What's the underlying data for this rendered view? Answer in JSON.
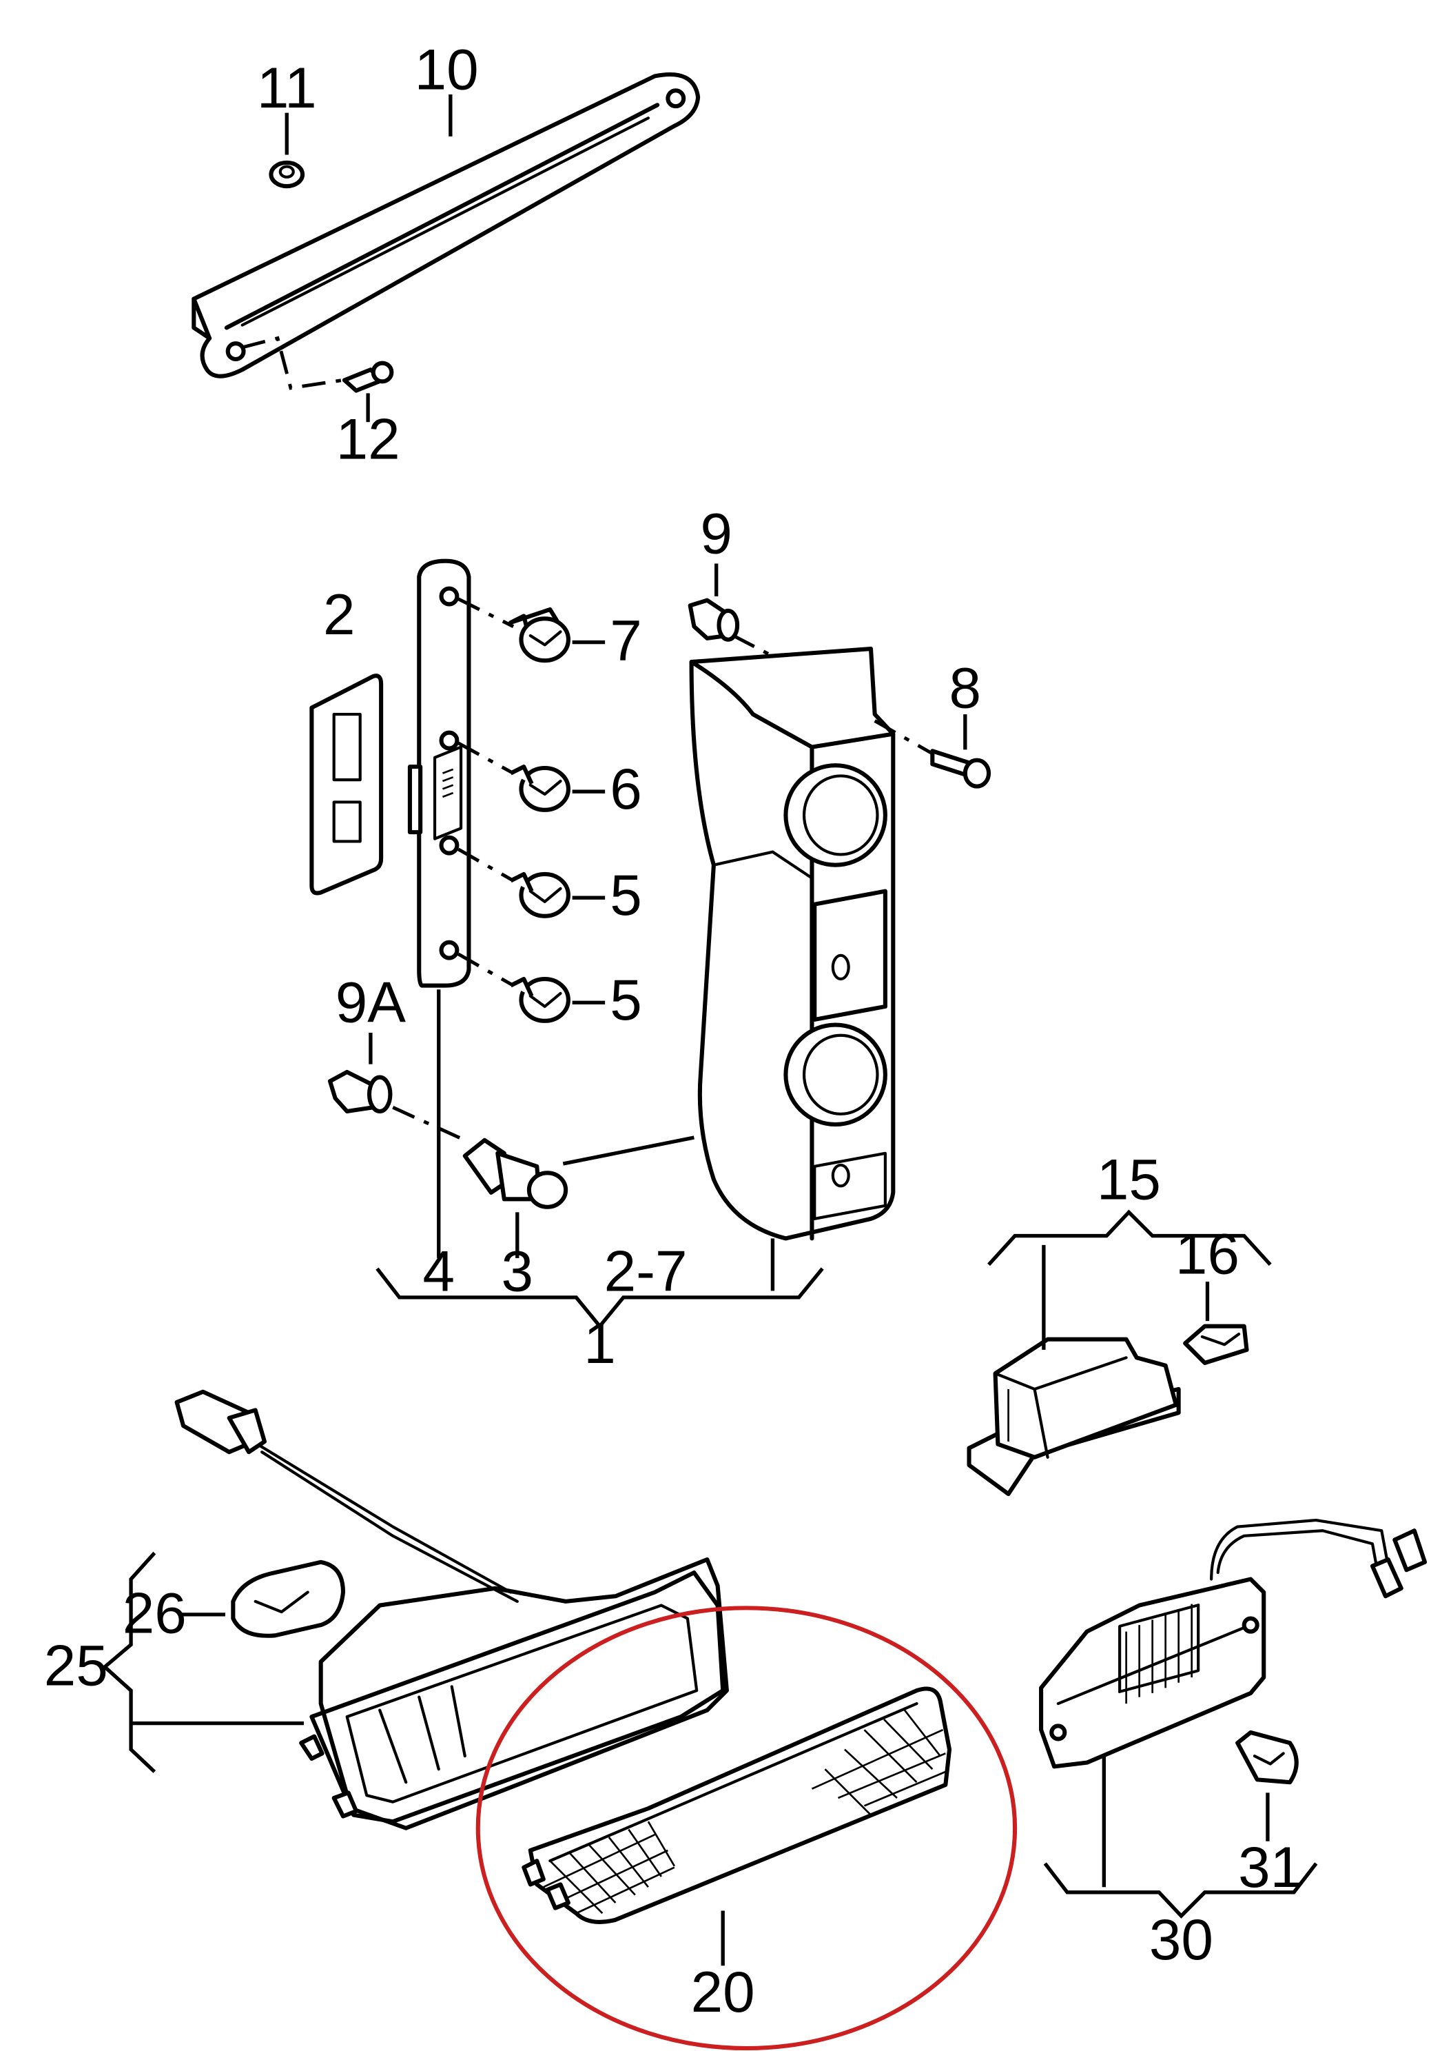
{
  "callouts": {
    "c11": "11",
    "c10": "10",
    "c12": "12",
    "c9": "9",
    "c2": "2",
    "c7": "7",
    "c8": "8",
    "c6": "6",
    "c5a": "5",
    "c5b": "5",
    "c9A": "9A",
    "c15": "15",
    "c16": "16",
    "c4": "4",
    "c3": "3",
    "c27": "2-7",
    "c1": "1",
    "c26": "26",
    "c25": "25",
    "c31": "31",
    "c30": "30",
    "c20": "20"
  },
  "highlight": {
    "color": "#cc1f1f"
  }
}
